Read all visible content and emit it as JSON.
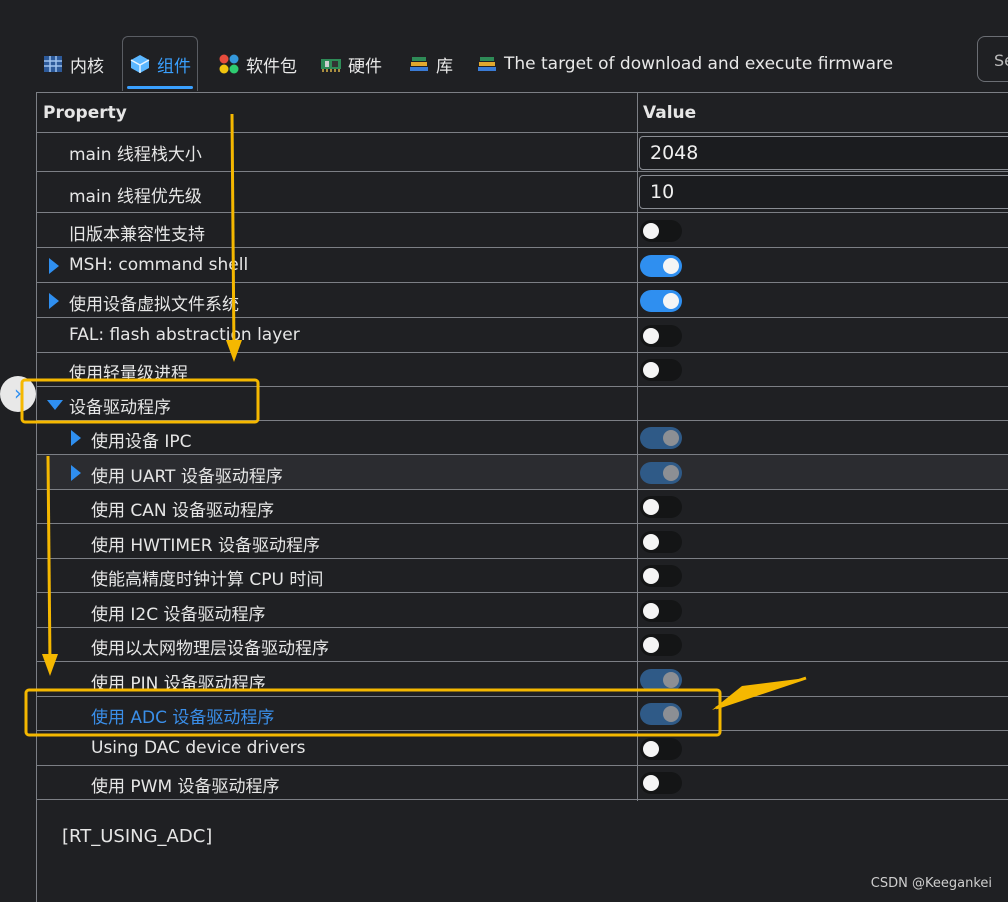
{
  "tabs": [
    {
      "label": "内核",
      "icon": "kernel-icon"
    },
    {
      "label": "组件",
      "icon": "component-cube-icon",
      "active": true
    },
    {
      "label": "软件包",
      "icon": "packages-icon"
    },
    {
      "label": "硬件",
      "icon": "hardware-board-icon"
    },
    {
      "label": "库",
      "icon": "library-books-icon"
    },
    {
      "label": "The target of download and execute firmware",
      "icon": "library-books-icon"
    }
  ],
  "search_partial": "Se",
  "columns": {
    "property": "Property",
    "value": "Value"
  },
  "rows": [
    {
      "label": "main 线程栈大小",
      "type": "number",
      "value": "2048"
    },
    {
      "label": "main 线程优先级",
      "type": "number",
      "value": "10"
    },
    {
      "label": "旧版本兼容性支持",
      "type": "toggle",
      "state": "off"
    },
    {
      "label": "MSH: command shell",
      "type": "toggle",
      "state": "on",
      "expand": "collapsed"
    },
    {
      "label": "使用设备虚拟文件系统",
      "type": "toggle",
      "state": "on",
      "expand": "collapsed"
    },
    {
      "label": "FAL: flash abstraction layer",
      "type": "toggle",
      "state": "off"
    },
    {
      "label": "使用轻量级进程",
      "type": "toggle",
      "state": "off"
    },
    {
      "label": "设备驱动程序",
      "type": "none",
      "expand": "expanded"
    },
    {
      "label": "使用设备 IPC",
      "type": "toggle",
      "state": "disabled-on",
      "expand": "collapsed"
    },
    {
      "label": "使用 UART 设备驱动程序",
      "type": "toggle",
      "state": "disabled-on",
      "expand": "collapsed"
    },
    {
      "label": "使用 CAN 设备驱动程序",
      "type": "toggle",
      "state": "off"
    },
    {
      "label": "使用 HWTIMER 设备驱动程序",
      "type": "toggle",
      "state": "off"
    },
    {
      "label": "使能高精度时钟计算 CPU 时间",
      "type": "toggle",
      "state": "off"
    },
    {
      "label": "使用 I2C 设备驱动程序",
      "type": "toggle",
      "state": "off"
    },
    {
      "label": "使用以太网物理层设备驱动程序",
      "type": "toggle",
      "state": "off"
    },
    {
      "label": "使用 PIN 设备驱动程序",
      "type": "toggle",
      "state": "disabled-on"
    },
    {
      "label": "使用 ADC 设备驱动程序",
      "type": "toggle",
      "state": "disabled-on",
      "highlight": true
    },
    {
      "label": "Using DAC device drivers",
      "type": "toggle",
      "state": "off"
    },
    {
      "label": "使用 PWM 设备驱动程序",
      "type": "toggle",
      "state": "off"
    }
  ],
  "description": "[RT_USING_ADC]",
  "credit": "CSDN @Keegankei",
  "colors": {
    "accent": "#2f8ff0",
    "annotation": "#f5b800",
    "background": "#1f2023"
  }
}
